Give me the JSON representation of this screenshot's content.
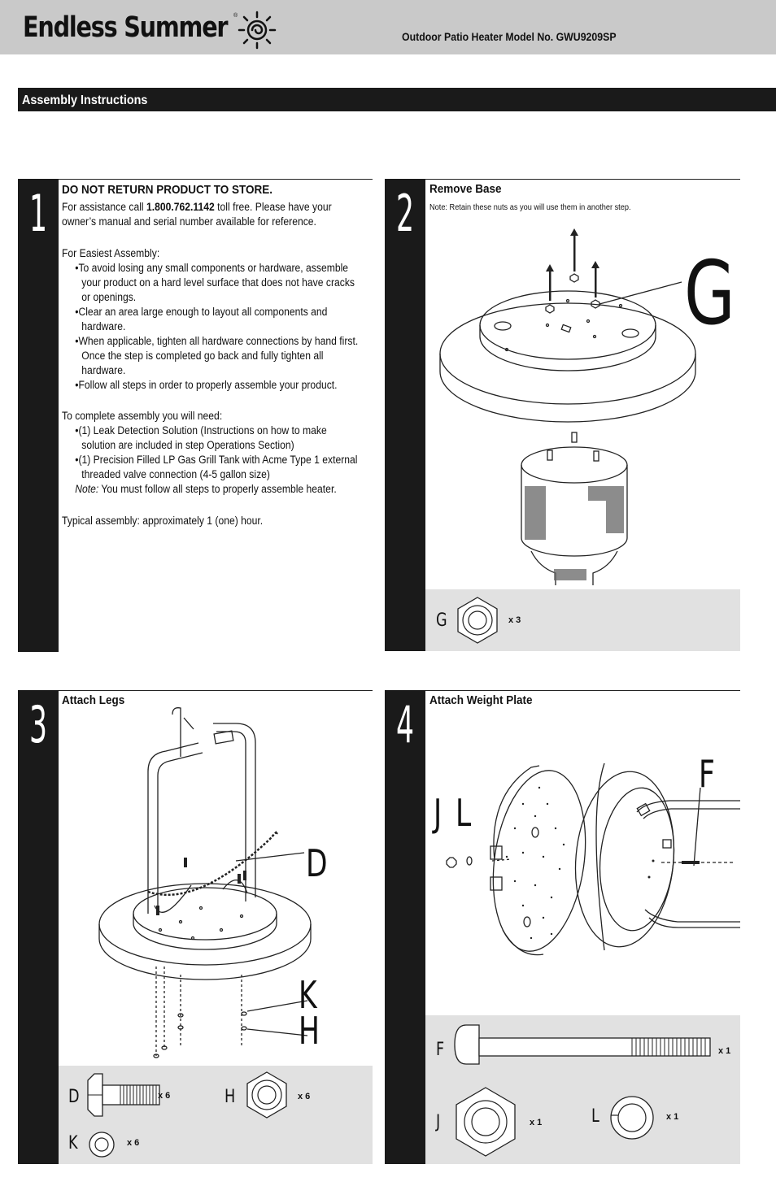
{
  "header": {
    "brand": "Endless Summer",
    "reg_mark": "®",
    "model_line": "Outdoor Patio Heater Model No. GWU9209SP"
  },
  "section_title": "Assembly Instructions",
  "step1": {
    "number": "1",
    "heading": "DO NOT RETURN PRODUCT TO STORE.",
    "assist_pre": "For assistance call ",
    "phone": "1.800.762.1142",
    "assist_post": " toll free. Please have your owner’s manual and serial number available for reference.",
    "easiest_heading": "For Easiest Assembly:",
    "easiest_items": [
      "To avoid losing any small components or hardware, assemble your product on a hard level surface that does not have cracks or openings.",
      "Clear an area large enough to layout all components and hardware.",
      "When applicable, tighten all hardware connections by hand first. Once the step is completed go back and fully tighten all hardware.",
      "Follow all steps in order to properly assemble your product."
    ],
    "need_heading": "To complete assembly you will need:",
    "need_items": [
      "(1) Leak Detection Solution (Instructions on how to make solution are included in step Operations Section)",
      "(1) Precision Filled LP Gas Grill Tank with Acme Type 1 external threaded valve connection (4-5 gallon size)"
    ],
    "note_label": "Note:",
    "note_text": " You must follow all steps to properly assemble heater.",
    "typical": "Typical assembly: approximately 1 (one) hour."
  },
  "step2": {
    "number": "2",
    "title": "Remove Base",
    "note": "Note: Retain these nuts as you will use them in another step.",
    "callout": "G",
    "parts": [
      {
        "letter": "G",
        "qty": "x 3"
      }
    ]
  },
  "step3": {
    "number": "3",
    "title": "Attach Legs",
    "callouts": [
      "D",
      "K",
      "H"
    ],
    "parts": [
      {
        "letter": "D",
        "qty": "x 6"
      },
      {
        "letter": "H",
        "qty": "x 6"
      },
      {
        "letter": "K",
        "qty": "x 6"
      }
    ]
  },
  "step4": {
    "number": "4",
    "title": "Attach Weight Plate",
    "callouts": [
      "F",
      "J",
      "L"
    ],
    "parts": [
      {
        "letter": "F",
        "qty": "x 1"
      },
      {
        "letter": "J",
        "qty": "x 1"
      },
      {
        "letter": "L",
        "qty": "x 1"
      }
    ]
  }
}
